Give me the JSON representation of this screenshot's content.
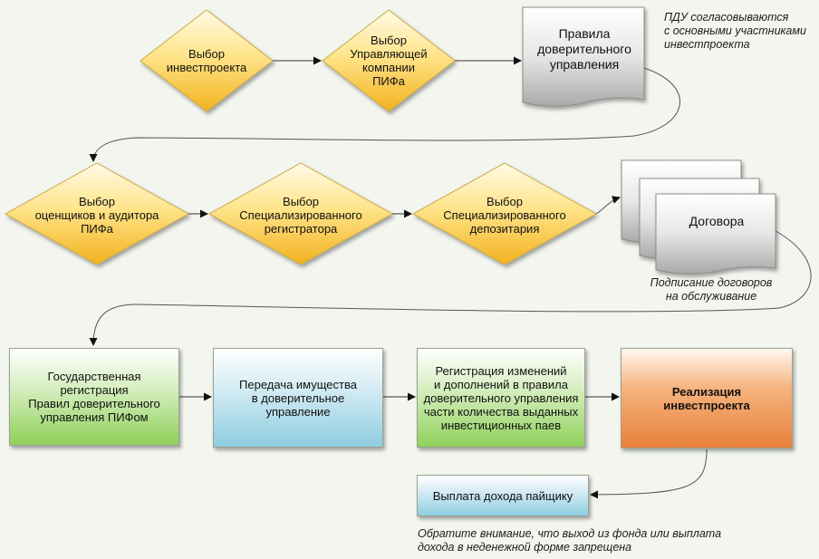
{
  "diamonds": [
    {
      "id": "choose-investproject",
      "label": "Выбор\nинвестпроекта"
    },
    {
      "id": "choose-management-company",
      "label": "Выбор\nУправляющей\nкомпании\nПИФа"
    },
    {
      "id": "choose-appraisers-auditor",
      "label": "Выбор\nоценщиков и аудитора\nПИФа"
    },
    {
      "id": "choose-registrar",
      "label": "Выбор\nСпециализированного\nрегистратора"
    },
    {
      "id": "choose-depository",
      "label": "Выбор\nСпециализированного\nдепозитария"
    }
  ],
  "documents": {
    "rules": "Правила\nдоверительного\nуправления",
    "contracts": "Договора"
  },
  "boxes": [
    {
      "id": "state-registration",
      "label": "Государственная\nрегистрация\nПравил доверительного\nуправления ПИФом"
    },
    {
      "id": "property-transfer",
      "label": "Передача имущества\nв доверительное\nуправление"
    },
    {
      "id": "registration-changes",
      "label": "Регистрация изменений\nи дополнений в правила\nдоверительного управления\nчасти количества выданных\nинвестиционных паев"
    },
    {
      "id": "project-implementation",
      "label": "Реализация\nинвестпроекта"
    },
    {
      "id": "income-payment",
      "label": "Выплата дохода пайщику"
    }
  ],
  "notes": {
    "pdu": "ПДУ согласовываются\nс основными участниками\nинвестпроекта",
    "signing": "Подписание договоров\nна обслуживание",
    "warning": "Обратите внимание, что выход из фонда или выплата\nдохода в неденежной форме запрещена"
  }
}
